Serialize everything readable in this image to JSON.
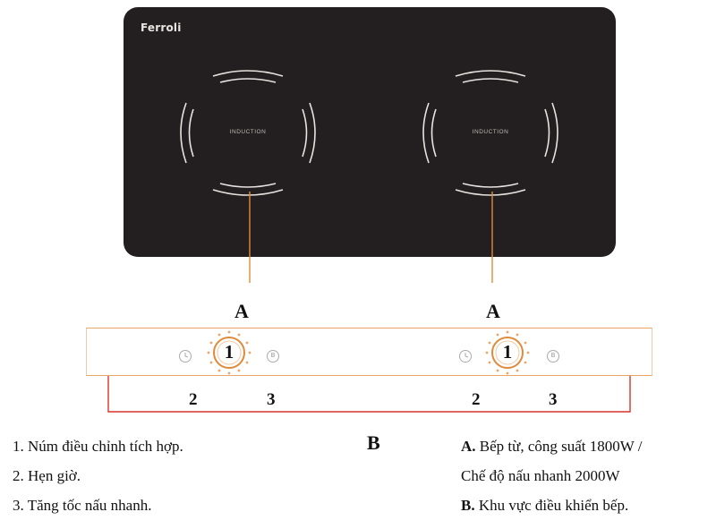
{
  "cooktop": {
    "brand": "Ferroli",
    "zone_left_label": "INDUCTION",
    "zone_right_label": "INDUCTION",
    "surface_color": "#231e1f"
  },
  "labels": {
    "a_left": "A",
    "a_right": "A",
    "b": "B",
    "knob_left": "1",
    "knob_right": "1",
    "timer_left": "2",
    "boost_left": "3",
    "timer_right": "2",
    "boost_right": "3",
    "boost_icon": "B"
  },
  "legend_left": [
    "1. Núm điều chỉnh tích hợp.",
    "2. Hẹn giờ.",
    "3. Tăng tốc nấu nhanh."
  ],
  "legend_right": {
    "a_key": "A.",
    "a_text": " Bếp từ, công suất 1800W /",
    "a_text2": "Chế độ nấu nhanh 2000W",
    "b_key": "B.",
    "b_text": " Khu vực điều khiển bếp."
  },
  "colors": {
    "accent_line": "#e08a3c",
    "bracket_line": "#d9342b",
    "panel_border": "#e9a56a"
  },
  "icons": [
    "clock-icon",
    "boost-icon",
    "knob-dial-icon"
  ]
}
